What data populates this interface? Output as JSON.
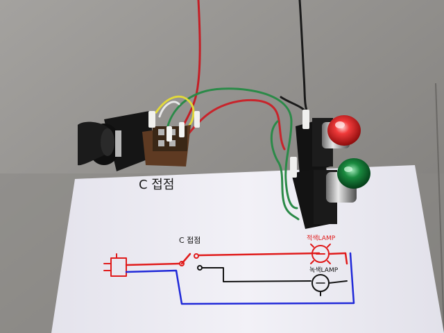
{
  "photo": {
    "colors": {
      "wall": "#8f8d8a",
      "paper": "#eceaf3",
      "red_wire": "#d2222a",
      "green_wire": "#2e8c4a",
      "black_wire": "#1c1c1c",
      "ink_red": "#e11b1b",
      "ink_blue": "#1f28d8",
      "ink_black": "#111111"
    },
    "paper": {
      "heading": "C 접점",
      "switch_label": "C 접점",
      "red_lamp_label": "적색LAMP",
      "green_lamp_label": "녹색LAMP"
    },
    "objects": [
      "selector-switch-icon",
      "terminal-block-icon",
      "red-pilot-lamp-icon",
      "green-pilot-lamp-icon",
      "hand-drawn-circuit-diagram"
    ]
  }
}
